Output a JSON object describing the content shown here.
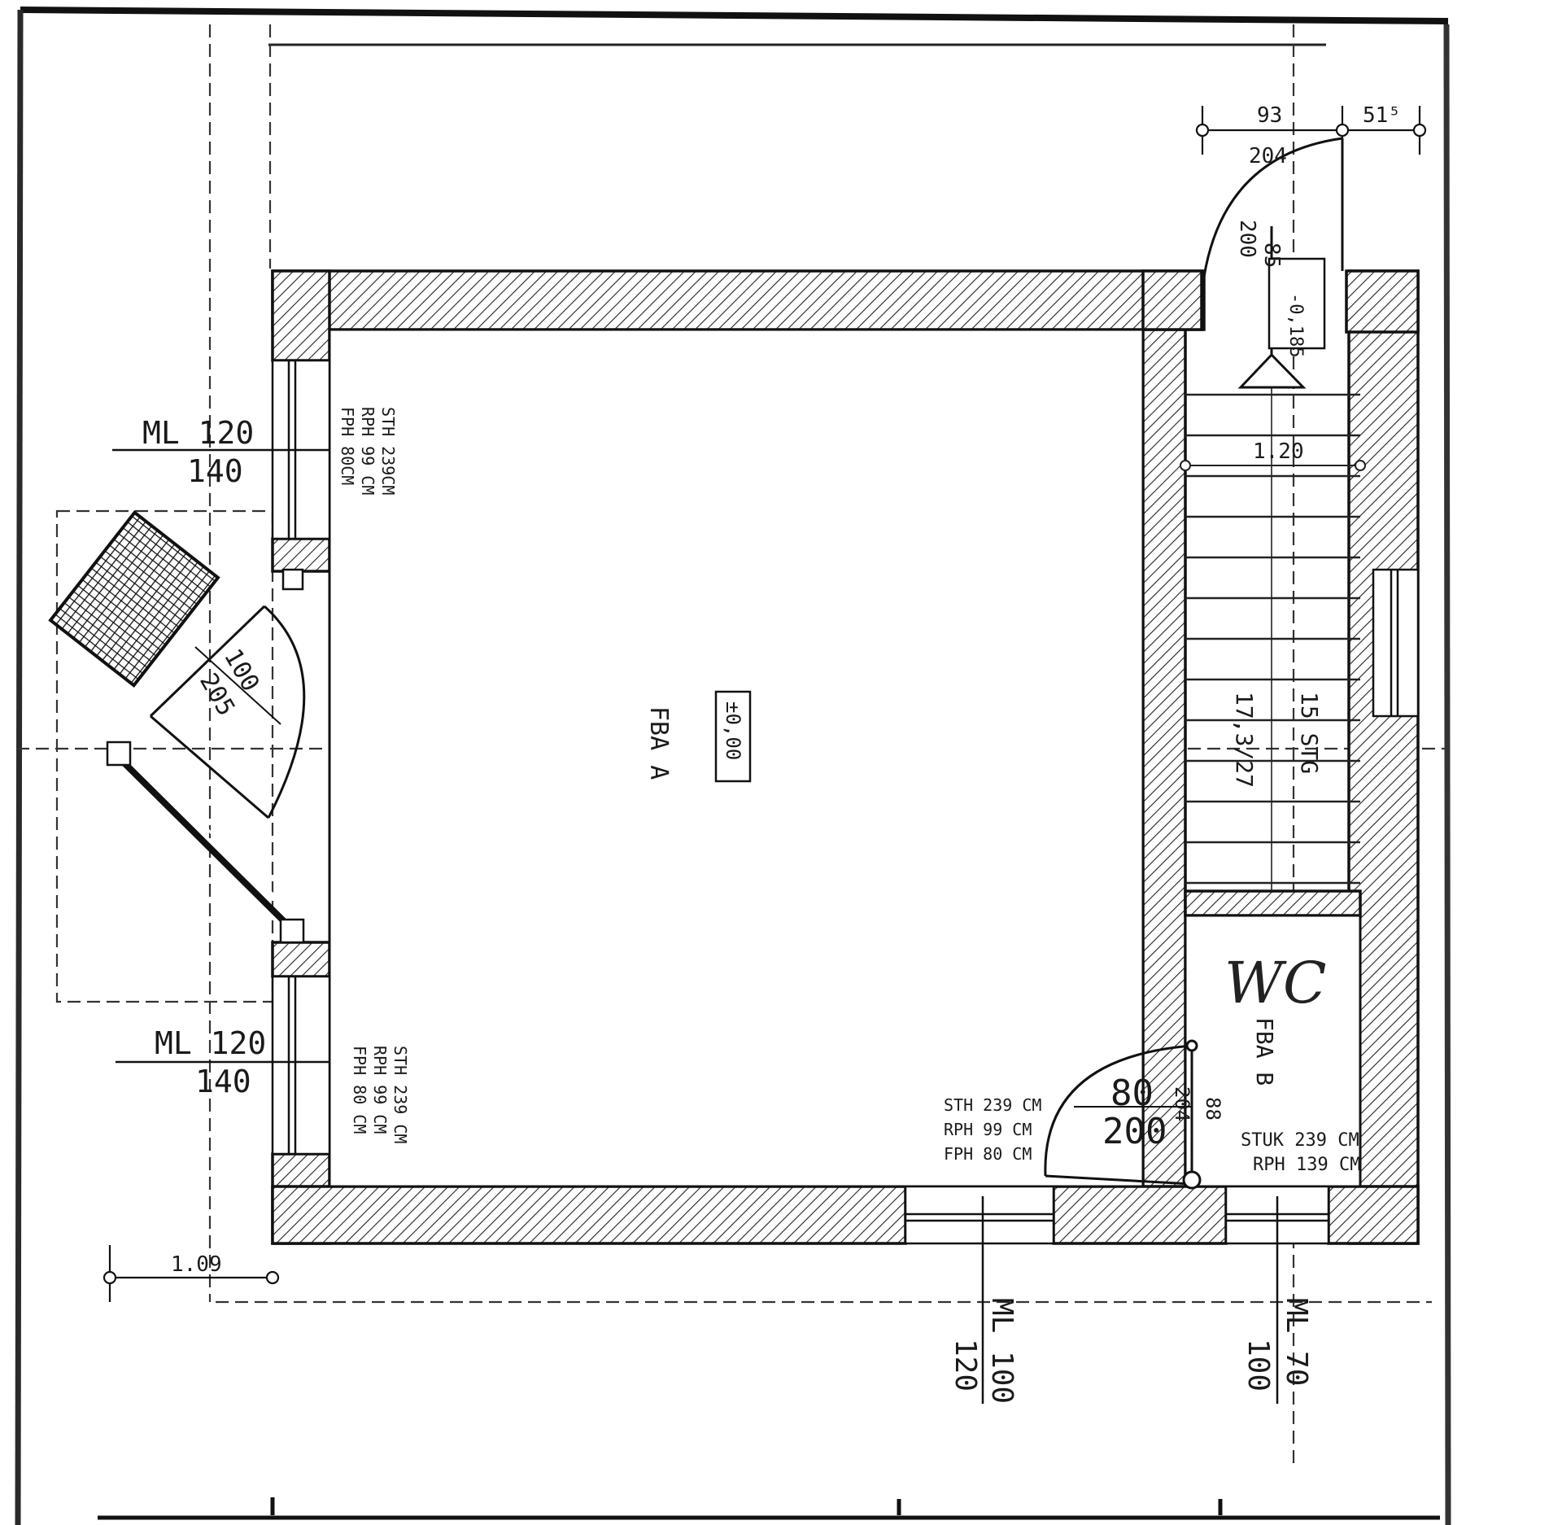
{
  "plan": {
    "room_main": {
      "label": "FBA A",
      "level": "±0,00"
    },
    "room_wc": {
      "handwritten": "WC",
      "label": "FBA B"
    },
    "stair": {
      "steps": "15 STG",
      "riser_tread": "17,3/27",
      "width": "1.20",
      "level": "-0,185"
    },
    "window_top_left": {
      "size_top": "ML 120",
      "size_bottom": "140",
      "notes": [
        "STH 239CM",
        "RPH 99 CM",
        "FPH 80CM"
      ]
    },
    "window_bottom_left": {
      "size_top": "ML 120",
      "size_bottom": "140",
      "notes": [
        "STH 239 CM",
        "RPH 99 CM",
        "FPH 80 CM"
      ]
    },
    "window_bottom_1": {
      "size_top": "ML 100",
      "size_bottom": "120"
    },
    "window_bottom_2": {
      "size_top": "ML 70",
      "size_bottom": "100"
    },
    "door_entry": {
      "width": "100",
      "height": "205"
    },
    "door_stair_top": {
      "width": "85",
      "height": "200",
      "other": "204"
    },
    "door_wc": {
      "width": "80",
      "height": "200",
      "side": "204",
      "dim": "88",
      "notes": [
        "STH 239 CM",
        "RPH 99 CM",
        "FPH 80 CM"
      ]
    },
    "wc_window_notes": [
      "STUK 239 CM",
      "RPH 139 CM"
    ],
    "dims": {
      "top_a": "93",
      "top_b": "51⁵",
      "left_bottom": "1.09"
    }
  }
}
